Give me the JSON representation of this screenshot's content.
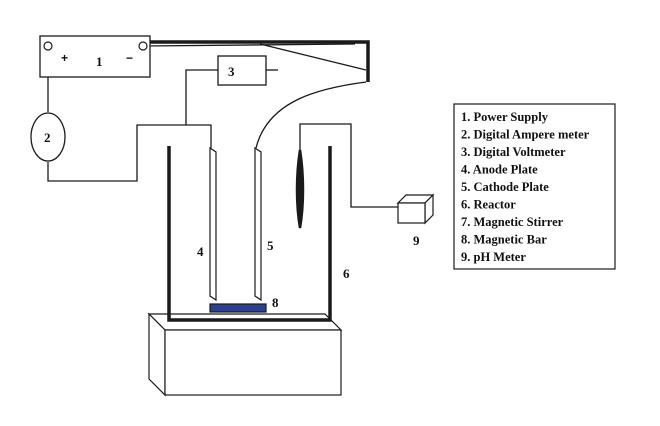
{
  "labels": {
    "power_supply": "1",
    "ampere_meter": "2",
    "voltmeter": "3",
    "anode_plate": "4",
    "cathode_plate": "5",
    "reactor": "6",
    "magnetic_bar": "8",
    "ph_meter": "9"
  },
  "terminals": {
    "positive": "+",
    "negative": "−"
  },
  "legend": {
    "items": [
      "1. Power Supply",
      "2. Digital Ampere meter",
      "3. Digital Voltmeter",
      "4. Anode Plate",
      "5. Cathode Plate",
      "6. Reactor",
      "7. Magnetic Stirrer",
      "8. Magnetic Bar",
      "9. pH Meter"
    ]
  },
  "colors": {
    "line": "#1a1a1a",
    "magnetic_bar": "#2d3f8f",
    "plate_fill": "#ffffff"
  }
}
